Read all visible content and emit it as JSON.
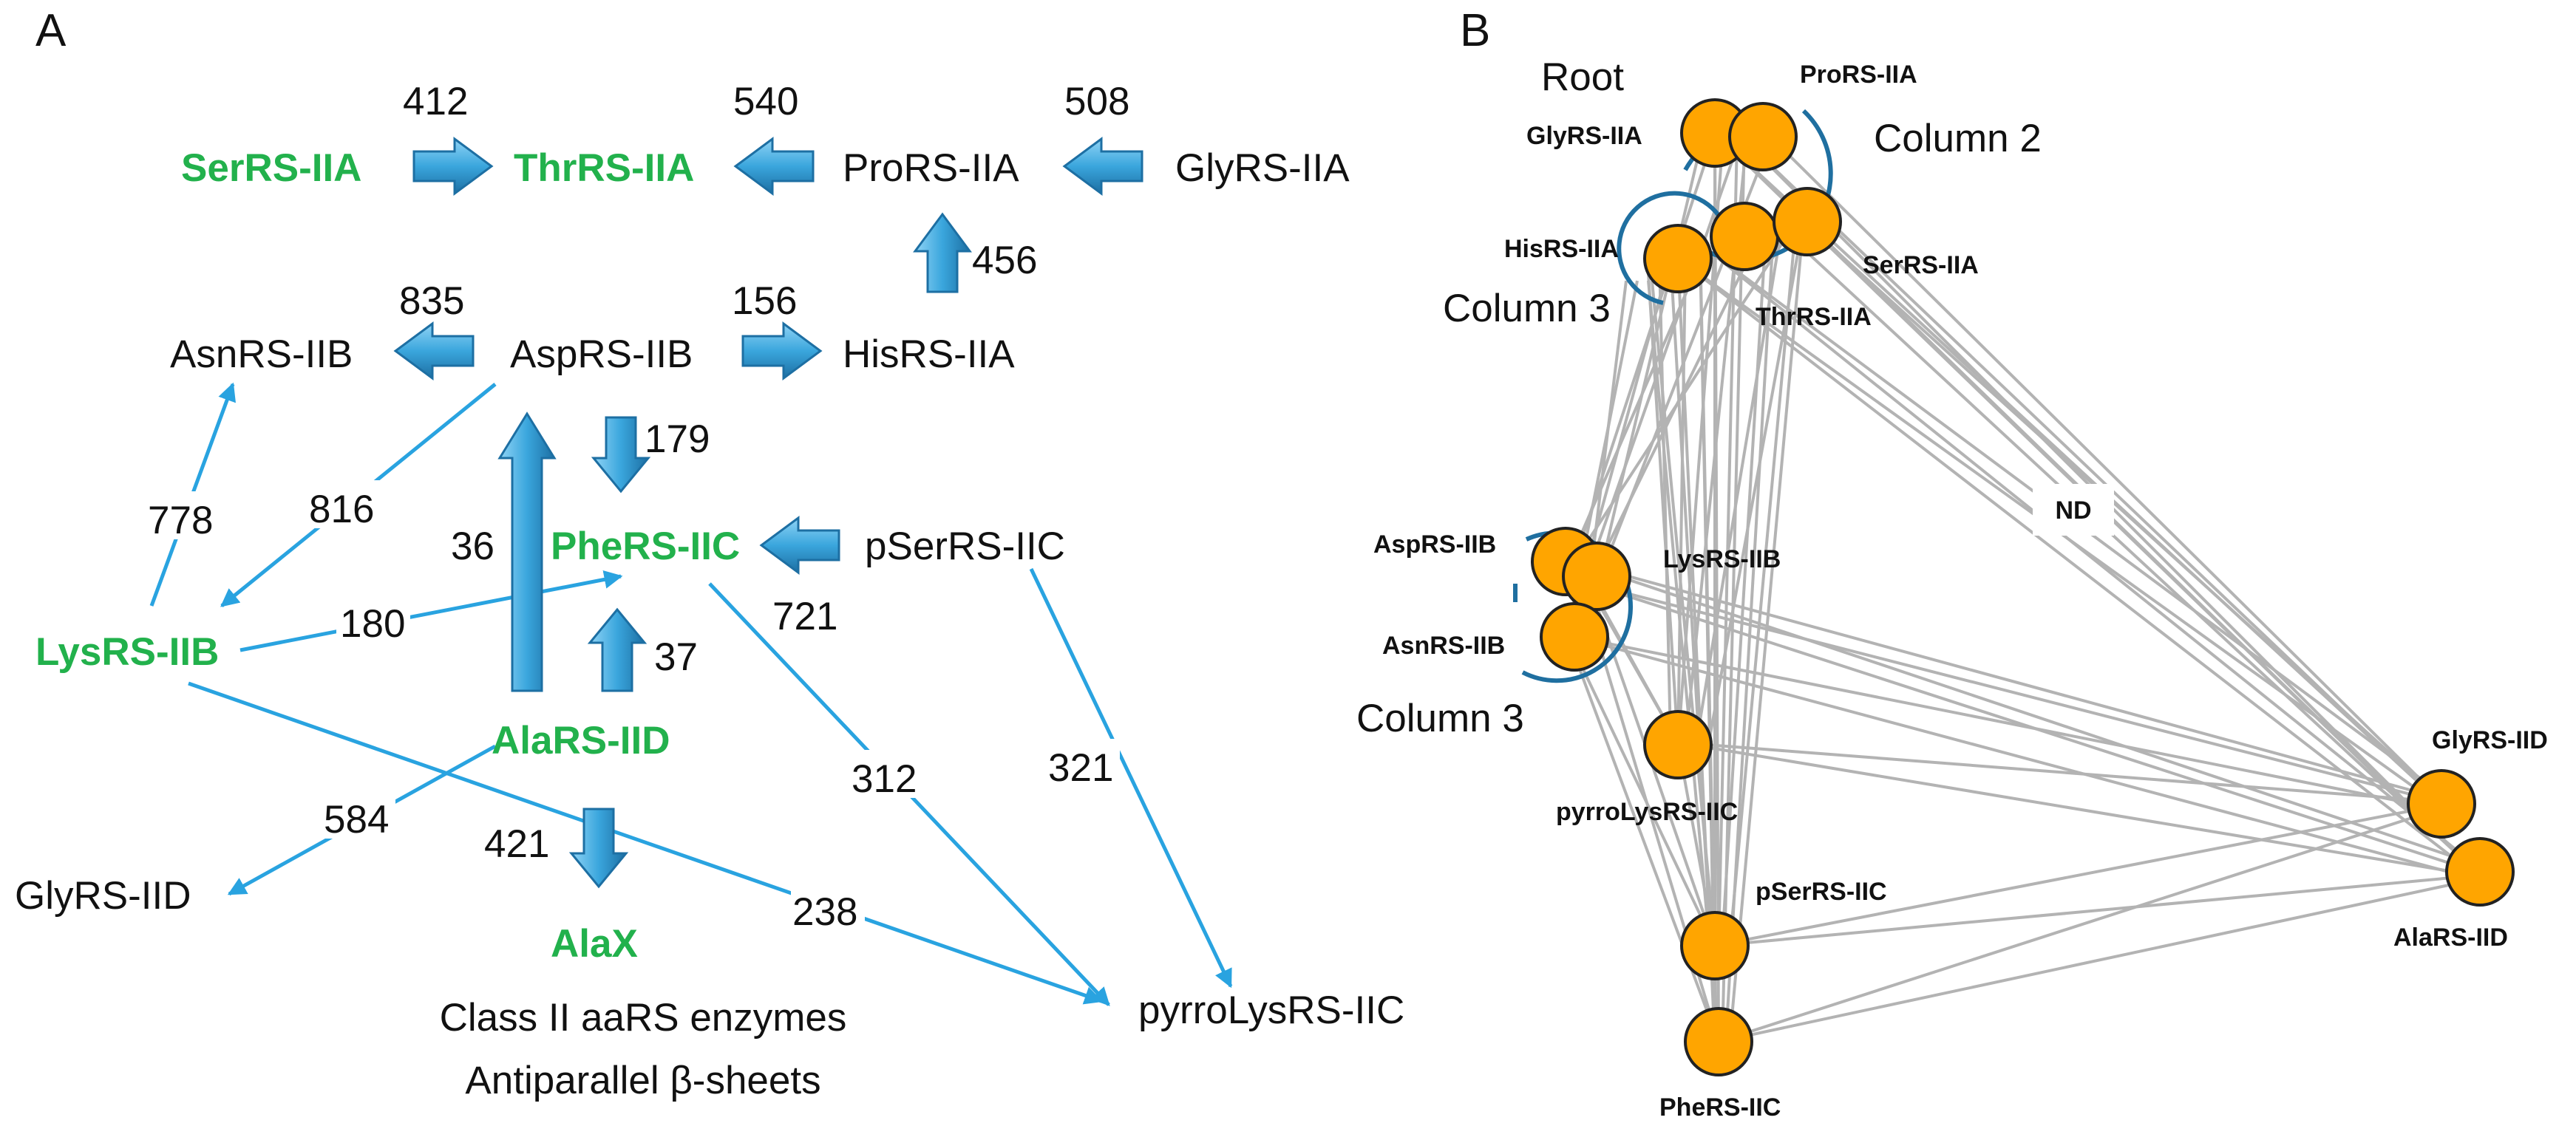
{
  "panel_a": {
    "letter": "A",
    "nodes": {
      "serrs": "SerRS-IIA",
      "thrrs": "ThrRS-IIA",
      "prors": "ProRS-IIA",
      "glyrs_iia": "GlyRS-IIA",
      "asnrs": "AsnRS-IIB",
      "asprs": "AspRS-IIB",
      "hisrs": "HisRS-IIA",
      "lysrs": "LysRS-IIB",
      "phers": "PheRS-IIC",
      "pserrs": "pSerRS-IIC",
      "alars": "AlaRS-IID",
      "glyrs_iid": "GlyRS-IID",
      "alax": "AlaX",
      "pyrrolysrs": "pyrroLysRS-IIC"
    },
    "numbers": {
      "n412": "412",
      "n540": "540",
      "n508": "508",
      "n456": "456",
      "n835": "835",
      "n156": "156",
      "n179": "179",
      "n778": "778",
      "n816": "816",
      "n36": "36",
      "n721": "721",
      "n180": "180",
      "n37": "37",
      "n584": "584",
      "n312": "312",
      "n321": "321",
      "n421": "421",
      "n238": "238"
    },
    "caption_line1": "Class II aaRS enzymes",
    "caption_line2": "Antiparallel β-sheets"
  },
  "panel_b": {
    "letter": "B",
    "root_label": "Root",
    "column2_label": "Column 2",
    "column3_top_label": "Column 3",
    "column3_bottom_label": "Column 3",
    "nd_label": "ND",
    "nodes": {
      "prors": "ProRS-IIA",
      "glyrs_iia": "GlyRS-IIA",
      "hisrs": "HisRS-IIA",
      "serrs": "SerRS-IIA",
      "thrrs": "ThrRS-IIA",
      "asprs": "AspRS-IIB",
      "lysrs": "LysRS-IIB",
      "asnrs": "AsnRS-IIB",
      "pyrrolysrs": "pyrroLysRS-IIC",
      "pserrs": "pSerRS-IIC",
      "phers": "PheRS-IIC",
      "glyrs_iid": "GlyRS-IID",
      "alars": "AlaRS-IID"
    }
  },
  "colors": {
    "highlight_green": "#22b14c",
    "arrow_blue": "#29a3e0",
    "block_arrow_blue": "#3aa6dd",
    "node_orange": "#ffa500",
    "edge_gray": "#b3b3b3",
    "arc_blue": "#1f6fa0"
  }
}
